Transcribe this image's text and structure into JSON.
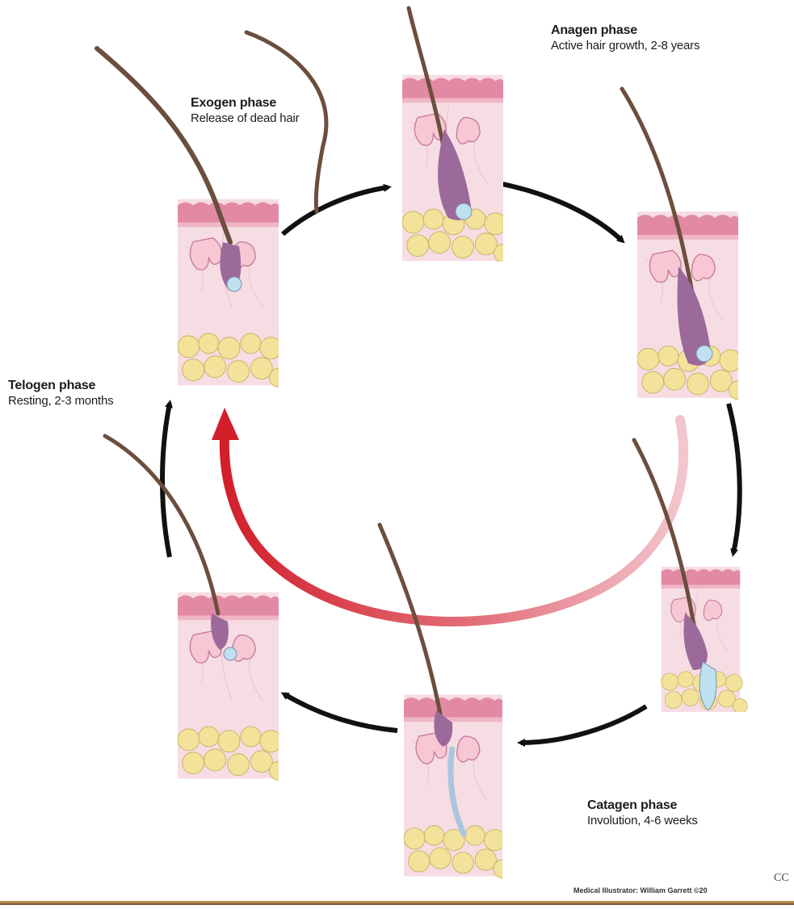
{
  "labels": {
    "exogen": {
      "title": "Exogen phase",
      "desc": "Release of dead hair"
    },
    "anagen": {
      "title": "Anagen phase",
      "desc": "Active hair growth, 2-8 years"
    },
    "telogen": {
      "title": "Telogen phase",
      "desc": "Resting, 2-3 months"
    },
    "catagen": {
      "title": "Catagen phase",
      "desc": "Involution, 4-6 weeks"
    }
  },
  "credit": "Medical Illustrator: William Garrett ©20",
  "cc_mark": "CC",
  "colors": {
    "skin_top": "#e28aa4",
    "dermis": "#f6dde3",
    "fat": "#f2e29a",
    "hair": "#6b4e3d",
    "bulb": "#9c6a9a",
    "papilla": "#bfe0ee",
    "arrow": "#111111",
    "return_arrow": "#d82a33",
    "rule": "#b8864a"
  }
}
